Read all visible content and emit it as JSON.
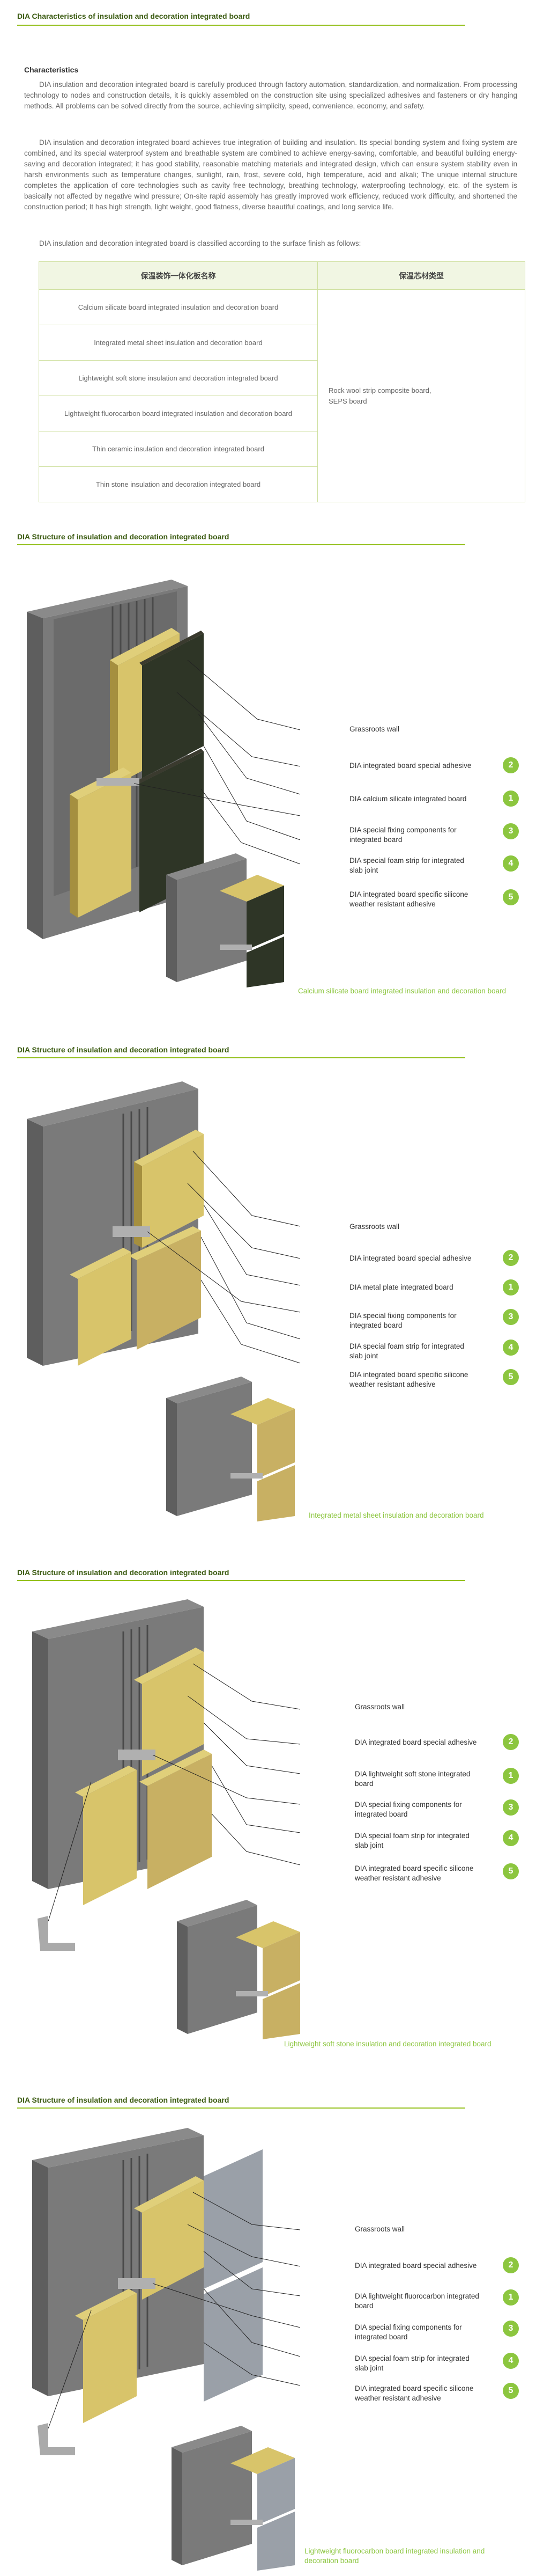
{
  "header": {
    "title": "DIA Characteristics of insulation and decoration integrated board"
  },
  "characteristics": {
    "title": "Characteristics",
    "p1": "DIA insulation and decoration integrated board is carefully produced through factory automation, standardization, and normalization. From processing technology to nodes and construction details, it is quickly assembled on the construction site using specialized adhesives and fasteners or dry hanging methods. All problems can be solved directly from the source, achieving simplicity, speed, convenience, economy, and safety.",
    "p2": "DIA insulation and decoration integrated board achieves true integration of building and insulation. Its special bonding system and fixing system are combined, and its special waterproof system and breathable system are combined to achieve energy-saving, comfortable, and beautiful building energy-saving and decoration integrated; it has good stability, reasonable matching materials and integrated design, which can ensure system stability even in harsh environments such as temperature changes, sunlight, rain, frost, severe cold, high temperature, acid and alkali; The unique internal structure completes the application of core technologies such as cavity free technology, breathing technology, waterproofing technology, etc. of the system is basically not affected by negative wind pressure; On-site rapid assembly has greatly improved work efficiency, reduced work difficulty, and shortened the construction period; It has high strength, light weight, good flatness, diverse beautiful coatings, and long service life.",
    "p3": "DIA insulation and decoration integrated board is classified according to the surface finish as follows:"
  },
  "table": {
    "col1_header": "保温装饰一体化板名称",
    "col2_header": "保温芯材类型",
    "rows": [
      "Calcium silicate board integrated insulation and decoration board",
      "Integrated metal sheet insulation and decoration board",
      "Lightweight soft stone insulation and decoration integrated board",
      "Lightweight fluorocarbon board integrated insulation and decoration board",
      "Thin ceramic insulation and decoration integrated board",
      "Thin stone insulation and decoration integrated board"
    ],
    "core_line1": "Rock wool strip composite board,",
    "core_line2": "SEPS board"
  },
  "sections": [
    {
      "heading": "DIA Structure of insulation and decoration integrated board",
      "labels": {
        "grassroots": "Grassroots wall",
        "adhesive": "DIA integrated board special adhesive",
        "board": "DIA calcium silicate integrated board",
        "fixing1": "DIA special fixing components for",
        "fixing2": "integrated board",
        "foam1": "DIA special foam strip for integrated",
        "foam2": "slab joint",
        "silicone1": "DIA integrated board specific silicone",
        "silicone2": "weather resistant adhesive"
      },
      "badges": {
        "adhesive": "2",
        "board": "1",
        "fixing": "3",
        "foam": "4",
        "silicone": "5"
      },
      "caption1": "Calcium silicate board integrated insulation and decoration board",
      "caption2": ""
    },
    {
      "heading": "DIA Structure of insulation and decoration integrated board",
      "labels": {
        "grassroots": "Grassroots wall",
        "adhesive": "DIA integrated board special adhesive",
        "board": "DIA metal plate integrated board",
        "fixing1": "DIA special fixing components for",
        "fixing2": "integrated board",
        "foam1": "DIA special foam strip for integrated",
        "foam2": "slab joint",
        "silicone1": "DIA integrated board specific silicone",
        "silicone2": "weather resistant adhesive"
      },
      "badges": {
        "adhesive": "2",
        "board": "1",
        "fixing": "3",
        "foam": "4",
        "silicone": "5"
      },
      "caption1": "Integrated metal sheet insulation and decoration board",
      "caption2": ""
    },
    {
      "heading": "DIA Structure of insulation and decoration integrated board",
      "labels": {
        "grassroots": "Grassroots wall",
        "adhesive": "DIA integrated board special adhesive",
        "board": "DIA lightweight soft stone integrated",
        "board2": "board",
        "fixing1": "DIA special fixing components for",
        "fixing2": "integrated board",
        "foam1": "DIA special foam strip for integrated",
        "foam2": "slab joint",
        "silicone1": "DIA integrated board specific silicone",
        "silicone2": "weather resistant adhesive"
      },
      "badges": {
        "adhesive": "2",
        "board": "1",
        "fixing": "3",
        "foam": "4",
        "silicone": "5"
      },
      "caption1": "Lightweight soft stone insulation and decoration integrated board",
      "caption2": ""
    },
    {
      "heading": "DIA Structure of insulation and decoration integrated board",
      "labels": {
        "grassroots": "Grassroots wall",
        "adhesive": "DIA integrated board special adhesive",
        "board": "DIA lightweight fluorocarbon integrated",
        "board2": "board",
        "fixing1": "DIA special fixing components for",
        "fixing2": "integrated board",
        "foam1": "DIA special foam strip for integrated",
        "foam2": "slab joint",
        "silicone1": "DIA integrated board specific silicone",
        "silicone2": "weather resistant adhesive"
      },
      "badges": {
        "adhesive": "2",
        "board": "1",
        "fixing": "3",
        "foam": "4",
        "silicone": "5"
      },
      "caption1": "Lightweight fluorocarbon board integrated insulation and",
      "caption2": "decoration board"
    }
  ],
  "colors": {
    "accent": "#8cc63f",
    "heading": "#3a5a10",
    "rule": "#95c11f"
  }
}
